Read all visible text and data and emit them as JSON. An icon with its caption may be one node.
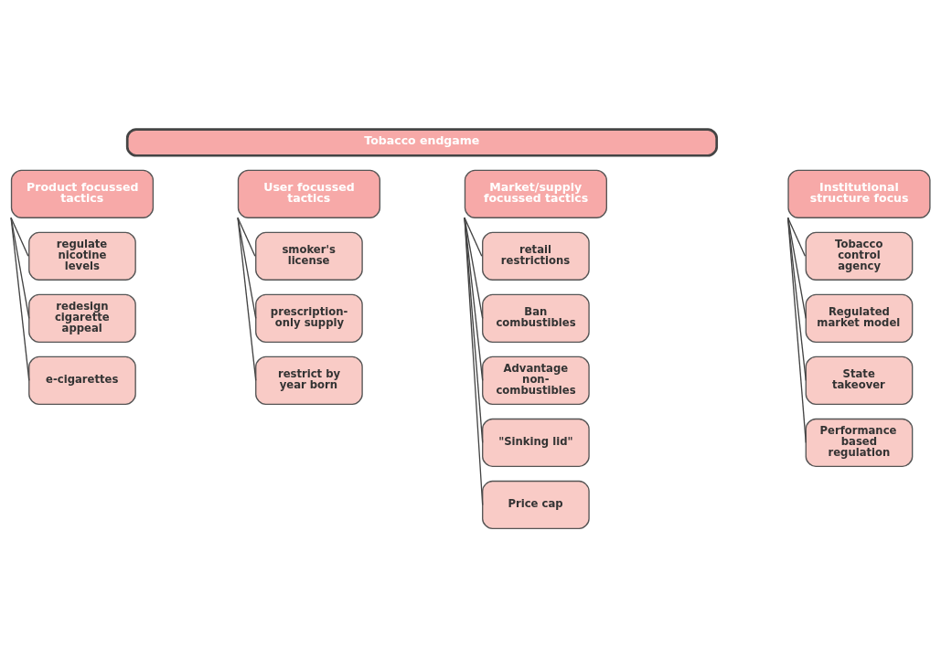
{
  "diagram": {
    "nodes": [
      {
        "text": [
          "Tobacco endgame"
        ]
      },
      {
        "text": [
          "Product focussed tactics"
        ]
      },
      {
        "text": [
          "regulate nicotine levels"
        ]
      },
      {
        "text": [
          "redesign cigarette appeal"
        ]
      },
      {
        "text": [
          "e-cigarettes"
        ]
      },
      {
        "text": [
          "User focussed tactics"
        ]
      },
      {
        "text": [
          "smoker's license"
        ]
      },
      {
        "text": [
          "prescription-only supply"
        ]
      },
      {
        "text": [
          "restrict by year born"
        ]
      },
      {
        "text": [
          "Market/supply focussed tactics"
        ]
      },
      {
        "text": [
          "retail restrictions"
        ]
      },
      {
        "text": [
          "Ban combustibles"
        ]
      },
      {
        "text": [
          "Advantage non-combustibles"
        ]
      },
      {
        "text": [
          "\"Sinking lid\""
        ]
      },
      {
        "text": [
          "Price cap"
        ]
      },
      {
        "text": [
          "Institutional structure focus"
        ]
      },
      {
        "text": [
          "Tobacco control agency"
        ]
      },
      {
        "text": [
          "Regulated market model"
        ]
      },
      {
        "text": [
          "State takeover"
        ]
      },
      {
        "text": [
          "Performance based regulation"
        ]
      }
    ],
    "edges": [
      {
        "from": 1,
        "to": 2,
        "arrow": "none"
      },
      {
        "from": 1,
        "to": 3,
        "arrow": "none"
      },
      {
        "from": 1,
        "to": 4,
        "arrow": "none"
      },
      {
        "from": 5,
        "to": 6,
        "arrow": "none"
      },
      {
        "from": 5,
        "to": 7,
        "arrow": "none"
      },
      {
        "from": 5,
        "to": 8,
        "arrow": "none"
      },
      {
        "from": 9,
        "to": 10,
        "arrow": "none"
      },
      {
        "from": 9,
        "to": 11,
        "arrow": "none"
      },
      {
        "from": 9,
        "to": 12,
        "arrow": "none"
      },
      {
        "from": 9,
        "to": 13,
        "arrow": "none"
      },
      {
        "from": 9,
        "to": 14,
        "arrow": "none"
      },
      {
        "from": 15,
        "to": 16,
        "arrow": "none"
      },
      {
        "from": 15,
        "to": 17,
        "arrow": "none"
      },
      {
        "from": 15,
        "to": 18,
        "arrow": "none"
      },
      {
        "from": 15,
        "to": 19,
        "arrow": "none"
      }
    ]
  }
}
